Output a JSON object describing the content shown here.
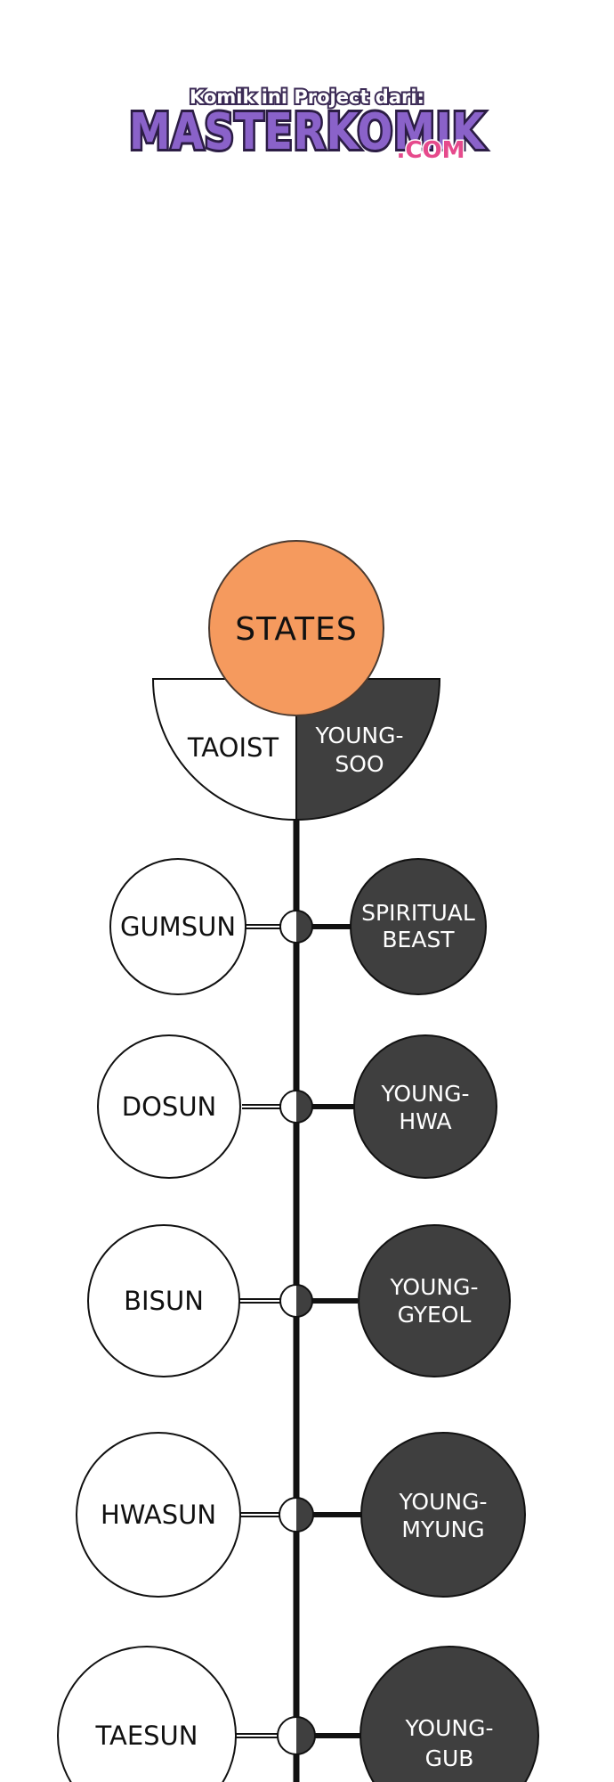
{
  "watermark": {
    "line1": "Komik ini Project dari:",
    "brand": "MASTERKOMIK",
    "suffix": ".COM"
  },
  "diagram": {
    "root": "STATES",
    "branches": [
      {
        "left": "TAOIST",
        "right": [
          "YOUNG-",
          "SOO"
        ]
      },
      {
        "left": "GUMSUN",
        "right": [
          "SPIRITUAL",
          "BEAST"
        ]
      },
      {
        "left": "DOSUN",
        "right": [
          "YOUNG-",
          "HWA"
        ]
      },
      {
        "left": "BISUN",
        "right": [
          "YOUNG-",
          "GYEOL"
        ]
      },
      {
        "left": "HWASUN",
        "right": [
          "YOUNG-",
          "MYUNG"
        ]
      },
      {
        "left": "TAESUN",
        "right": [
          "YOUNG-",
          "GUB"
        ]
      }
    ]
  },
  "colors": {
    "root_fill": "#f59a5e",
    "dark_fill": "#3f3f3f",
    "line": "#111111",
    "light_fill": "#ffffff"
  }
}
